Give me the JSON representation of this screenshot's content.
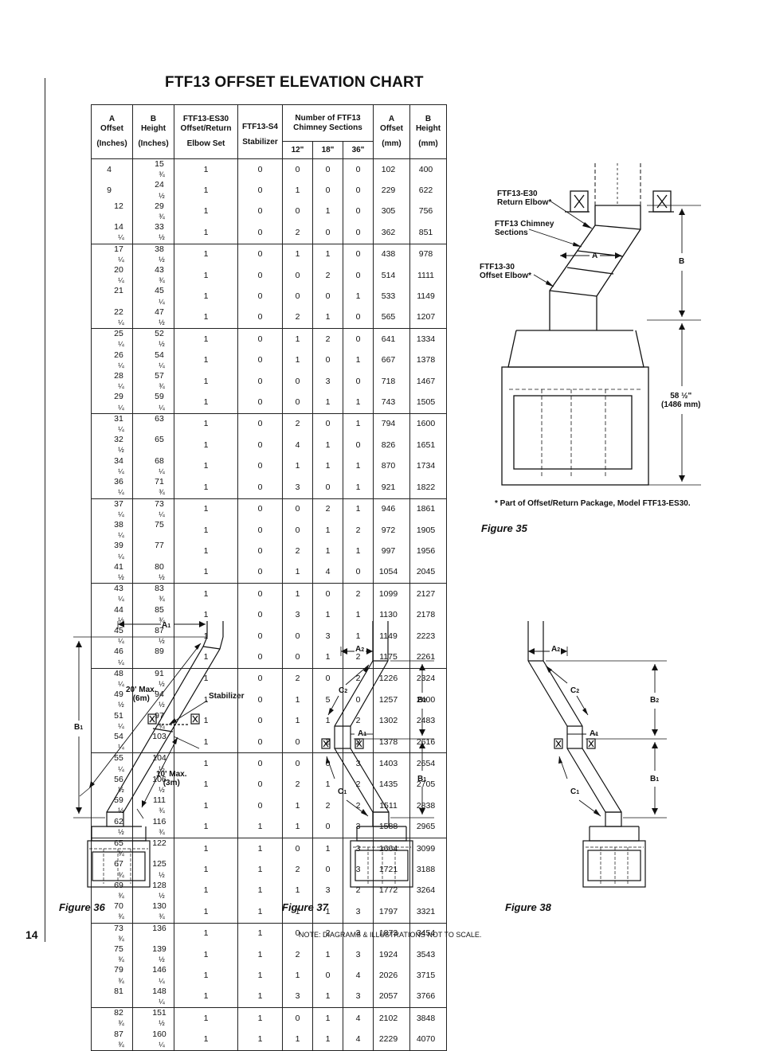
{
  "page": {
    "title": "FTF13 OFFSET ELEVATION CHART",
    "page_number": "14",
    "note": "NOTE: DIAGRAMS & ILLUSTRATIONS NOT TO SCALE.",
    "footnote": "* Part of Offset/Return Package, Model FTF13-ES30."
  },
  "table": {
    "headers": {
      "a_in": [
        "A",
        "Offset",
        "(Inches)"
      ],
      "b_in": [
        "B",
        "Height",
        "(Inches)"
      ],
      "es30": [
        "FTF13-ES30",
        "Offset/Return",
        "Elbow Set"
      ],
      "s4": [
        "FTF13-S4",
        "Stabilizer"
      ],
      "sections": [
        "Number of FTF13",
        "Chimney Sections"
      ],
      "s12": "12\"",
      "s18": "18\"",
      "s36": "36\"",
      "a_mm": [
        "A",
        "Offset",
        "(mm)"
      ],
      "b_mm": [
        "B",
        "Height",
        "(mm)"
      ]
    },
    "rows": [
      [
        "4",
        "",
        "15",
        "¾",
        "1",
        "0",
        "0",
        "0",
        "0",
        "102",
        "400"
      ],
      [
        "9",
        "",
        "24",
        "½",
        "1",
        "0",
        "1",
        "0",
        "0",
        "229",
        "622"
      ],
      [
        "12",
        "",
        "29",
        "¾",
        "1",
        "0",
        "0",
        "1",
        "0",
        "305",
        "756"
      ],
      [
        "14",
        "¼",
        "33",
        "½",
        "1",
        "0",
        "2",
        "0",
        "0",
        "362",
        "851"
      ],
      [
        "17",
        "¼",
        "38",
        "½",
        "1",
        "0",
        "1",
        "1",
        "0",
        "438",
        "978"
      ],
      [
        "20",
        "¼",
        "43",
        "¾",
        "1",
        "0",
        "0",
        "2",
        "0",
        "514",
        "1111"
      ],
      [
        "21",
        "",
        "45",
        "¼",
        "1",
        "0",
        "0",
        "0",
        "1",
        "533",
        "1149"
      ],
      [
        "22",
        "¼",
        "47",
        "½",
        "1",
        "0",
        "2",
        "1",
        "0",
        "565",
        "1207"
      ],
      [
        "25",
        "¼",
        "52",
        "½",
        "1",
        "0",
        "1",
        "2",
        "0",
        "641",
        "1334"
      ],
      [
        "26",
        "¼",
        "54",
        "¼",
        "1",
        "0",
        "1",
        "0",
        "1",
        "667",
        "1378"
      ],
      [
        "28",
        "¼",
        "57",
        "¾",
        "1",
        "0",
        "0",
        "3",
        "0",
        "718",
        "1467"
      ],
      [
        "29",
        "¼",
        "59",
        "¼",
        "1",
        "0",
        "0",
        "1",
        "1",
        "743",
        "1505"
      ],
      [
        "31",
        "¼",
        "63",
        "",
        "1",
        "0",
        "2",
        "0",
        "1",
        "794",
        "1600"
      ],
      [
        "32",
        "½",
        "65",
        "",
        "1",
        "0",
        "4",
        "1",
        "0",
        "826",
        "1651"
      ],
      [
        "34",
        "¼",
        "68",
        "¼",
        "1",
        "0",
        "1",
        "1",
        "1",
        "870",
        "1734"
      ],
      [
        "36",
        "¼",
        "71",
        "¾",
        "1",
        "0",
        "3",
        "0",
        "1",
        "921",
        "1822"
      ],
      [
        "37",
        "¼",
        "73",
        "¼",
        "1",
        "0",
        "0",
        "2",
        "1",
        "946",
        "1861"
      ],
      [
        "38",
        "¼",
        "75",
        "",
        "1",
        "0",
        "0",
        "1",
        "2",
        "972",
        "1905"
      ],
      [
        "39",
        "¼",
        "77",
        "",
        "1",
        "0",
        "2",
        "1",
        "1",
        "997",
        "1956"
      ],
      [
        "41",
        "½",
        "80",
        "½",
        "1",
        "0",
        "1",
        "4",
        "0",
        "1054",
        "2045"
      ],
      [
        "43",
        "¼",
        "83",
        "¾",
        "1",
        "0",
        "1",
        "0",
        "2",
        "1099",
        "2127"
      ],
      [
        "44",
        "½",
        "85",
        "¾",
        "1",
        "0",
        "3",
        "1",
        "1",
        "1130",
        "2178"
      ],
      [
        "45",
        "¼",
        "87",
        "½",
        "1",
        "0",
        "0",
        "3",
        "1",
        "1149",
        "2223"
      ],
      [
        "46",
        "¼",
        "89",
        "",
        "1",
        "0",
        "0",
        "1",
        "2",
        "1175",
        "2261"
      ],
      [
        "48",
        "¼",
        "91",
        "½",
        "1",
        "0",
        "2",
        "0",
        "2",
        "1226",
        "2324"
      ],
      [
        "49",
        "½",
        "94",
        "½",
        "1",
        "0",
        "1",
        "5",
        "0",
        "1257",
        "2400"
      ],
      [
        "51",
        "¼",
        "97",
        "¾",
        "1",
        "0",
        "1",
        "1",
        "2",
        "1302",
        "2483"
      ],
      [
        "54",
        "¼",
        "103",
        "",
        "1",
        "0",
        "0",
        "2",
        "2",
        "1378",
        "2616"
      ],
      [
        "55",
        "¼",
        "104",
        "½",
        "1",
        "0",
        "0",
        "0",
        "3",
        "1403",
        "2654"
      ],
      [
        "56",
        "½",
        "106",
        "½",
        "1",
        "0",
        "2",
        "1",
        "2",
        "1435",
        "2705"
      ],
      [
        "59",
        "½",
        "111",
        "¾",
        "1",
        "0",
        "1",
        "2",
        "2",
        "1511",
        "2838"
      ],
      [
        "62",
        "½",
        "116",
        "¾",
        "1",
        "1",
        "1",
        "0",
        "3",
        "1588",
        "2965"
      ],
      [
        "65",
        "¾",
        "122",
        "",
        "1",
        "1",
        "0",
        "1",
        "3",
        "1664",
        "3099"
      ],
      [
        "67",
        "¾",
        "125",
        "½",
        "1",
        "1",
        "2",
        "0",
        "3",
        "1721",
        "3188"
      ],
      [
        "69",
        "¾",
        "128",
        "½",
        "1",
        "1",
        "1",
        "3",
        "2",
        "1772",
        "3264"
      ],
      [
        "70",
        "¾",
        "130",
        "¾",
        "1",
        "1",
        "1",
        "1",
        "3",
        "1797",
        "3321"
      ],
      [
        "73",
        "¾",
        "136",
        "",
        "1",
        "1",
        "0",
        "2",
        "3",
        "1873",
        "3454"
      ],
      [
        "75",
        "¾",
        "139",
        "½",
        "1",
        "1",
        "2",
        "1",
        "3",
        "1924",
        "3543"
      ],
      [
        "79",
        "¾",
        "146",
        "¼",
        "1",
        "1",
        "1",
        "0",
        "4",
        "2026",
        "3715"
      ],
      [
        "81",
        "",
        "148",
        "¼",
        "1",
        "1",
        "3",
        "1",
        "3",
        "2057",
        "3766"
      ],
      [
        "82",
        "¾",
        "151",
        "½",
        "1",
        "1",
        "0",
        "1",
        "4",
        "2102",
        "3848"
      ],
      [
        "87",
        "¾",
        "160",
        "¼",
        "1",
        "1",
        "1",
        "1",
        "4",
        "2229",
        "4070"
      ]
    ]
  },
  "figure35": {
    "caption": "Figure 35",
    "label_e30": [
      "FTF13-E30",
      "Return Elbow*"
    ],
    "label_sections": [
      "FTF13 Chimney",
      "Sections"
    ],
    "label_30": [
      "FTF13-30",
      "Offset Elbow*"
    ],
    "label_a": "A",
    "label_b": "B",
    "label_height": [
      "58 ½\"",
      "(1486 mm)"
    ]
  },
  "figure36": {
    "caption": "Figure 36",
    "label_a": "A",
    "label_a_sub": "1",
    "label_b": "B",
    "label_b_sub": "1",
    "label_20max": [
      "20' Max.",
      "(6m)"
    ],
    "label_stabilizer": "Stabilizer",
    "label_10max": [
      "10' Max.",
      "(3m)"
    ]
  },
  "figure37": {
    "caption": "Figure 37",
    "a2": "A",
    "a2_sub": "2",
    "c2": "C",
    "c2_sub": "2",
    "a1": "A",
    "a1_sub": "1",
    "b2": "B",
    "b2_sub": "2",
    "b1": "B",
    "b1_sub": "1",
    "c1": "C",
    "c1_sub": "1"
  },
  "figure38": {
    "caption": "Figure 38",
    "a2": "A",
    "a2_sub": "2",
    "c2": "C",
    "c2_sub": "2",
    "a1": "A",
    "a1_sub": "1",
    "b2": "B",
    "b2_sub": "2",
    "b1": "B",
    "b1_sub": "1",
    "c1": "C",
    "c1_sub": "1"
  }
}
